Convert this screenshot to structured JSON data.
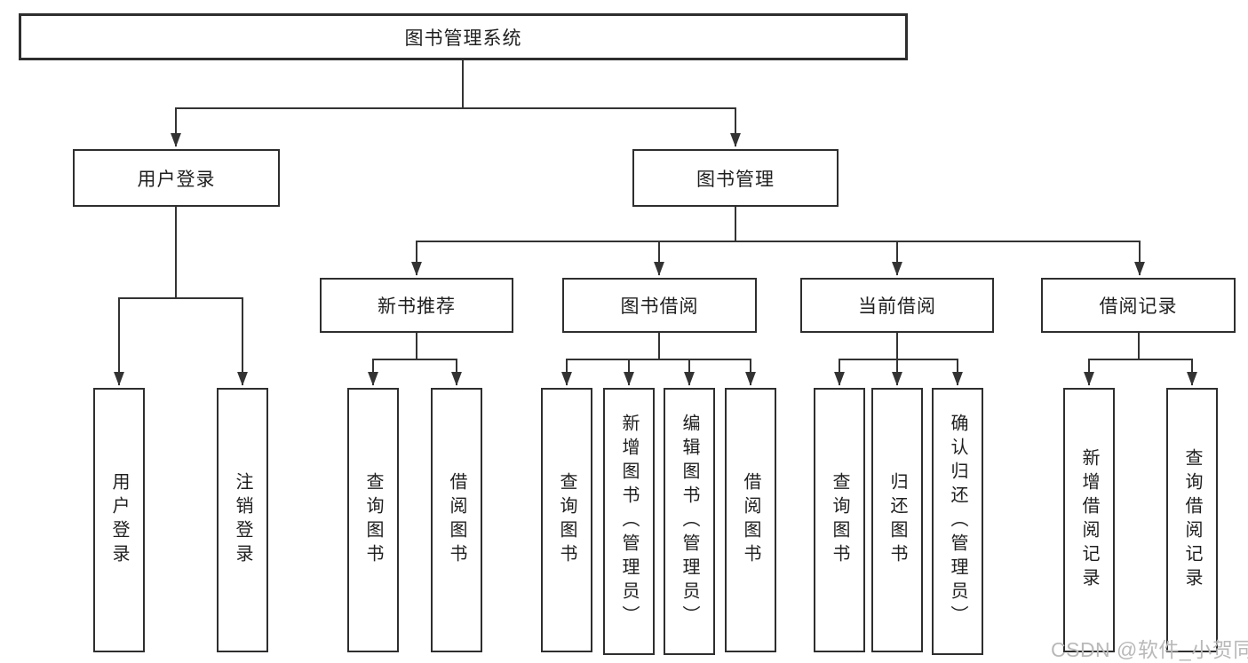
{
  "diagram": {
    "root": {
      "label": "图书管理系统"
    },
    "branches": [
      {
        "label": "用户登录",
        "children": [
          {
            "label": "用户登录"
          },
          {
            "label": "注销登录"
          }
        ]
      },
      {
        "label": "图书管理",
        "children": [
          {
            "label": "新书推荐",
            "children": [
              {
                "label": "查询图书"
              },
              {
                "label": "借阅图书"
              }
            ]
          },
          {
            "label": "图书借阅",
            "children": [
              {
                "label": "查询图书"
              },
              {
                "label": "新增图书（管理员）"
              },
              {
                "label": "编辑图书（管理员）"
              },
              {
                "label": "借阅图书"
              }
            ]
          },
          {
            "label": "当前借阅",
            "children": [
              {
                "label": "查询图书"
              },
              {
                "label": "归还图书"
              },
              {
                "label": "确认归还（管理员）"
              }
            ]
          },
          {
            "label": "借阅记录",
            "children": [
              {
                "label": "新增借阅记录"
              },
              {
                "label": "查询借阅记录"
              }
            ]
          }
        ]
      }
    ]
  },
  "watermark": {
    "text": "CSDN @软件_小贺同学"
  },
  "colors": {
    "line": "#333333",
    "box_border": "#2e2e2e",
    "box_fill": "#ffffff",
    "text": "#1f1f1f",
    "watermark": "#b9b9b9",
    "background": "#ffffff"
  }
}
